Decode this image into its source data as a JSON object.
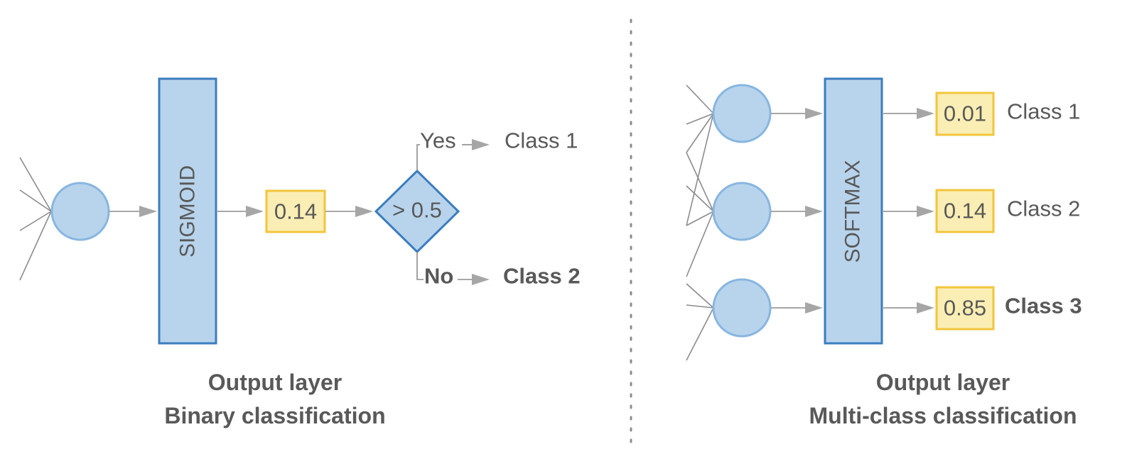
{
  "binary": {
    "activation_label": "SIGMOID",
    "output_value": "0.14",
    "decision_label": "> 0.5",
    "yes_label": "Yes",
    "no_label": "No",
    "yes_class": "Class 1",
    "no_class": "Class 2",
    "caption_line1": "Output layer",
    "caption_line2": "Binary classification"
  },
  "multiclass": {
    "activation_label": "SOFTMAX",
    "outputs": [
      {
        "value": "0.01",
        "class": "Class 1"
      },
      {
        "value": "0.14",
        "class": "Class 2"
      },
      {
        "value": "0.85",
        "class": "Class 3"
      }
    ],
    "caption_line1": "Output layer",
    "caption_line2": "Multi-class classification"
  },
  "colors": {
    "node_fill": "#b8d4ec",
    "node_border": "#88b6e0",
    "activation_border": "#3b7dbf",
    "value_fill": "#fbeeb4",
    "value_border": "#f2c53d",
    "text": "#595959",
    "arrow": "#a6a6a6"
  }
}
